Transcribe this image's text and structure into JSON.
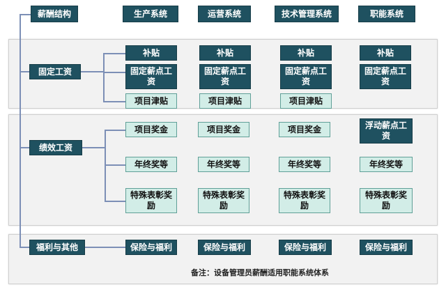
{
  "header": {
    "root": "薪酬结构",
    "columns": [
      "生产系统",
      "运营系统",
      "技术管理系统",
      "职能系统"
    ]
  },
  "fixed": {
    "label": "固定工资",
    "columns": [
      [
        "补贴",
        "固定薪点工资",
        "项目津贴"
      ],
      [
        "补贴",
        "固定薪点工资",
        "项目津贴"
      ],
      [
        "补贴",
        "固定薪点工资",
        "项目津贴"
      ],
      [
        "补贴",
        "固定薪点工资"
      ]
    ]
  },
  "performance": {
    "label": "绩效工资",
    "columns": [
      [
        "项目奖金",
        "年终奖等",
        "特殊表彰奖励"
      ],
      [
        "项目奖金",
        "年终奖等",
        "特殊表彰奖励"
      ],
      [
        "项目奖金",
        "年终奖等",
        "特殊表彰奖励"
      ],
      [
        "浮动薪点工资",
        "年终奖等",
        "特殊表彰奖励"
      ]
    ]
  },
  "welfare": {
    "label": "福利与其他",
    "columns": [
      "保险与福利",
      "保险与福利",
      "保险与福利",
      "保险与福利"
    ]
  },
  "note": "备注：设备管理员薪酬适用职能系统体系"
}
